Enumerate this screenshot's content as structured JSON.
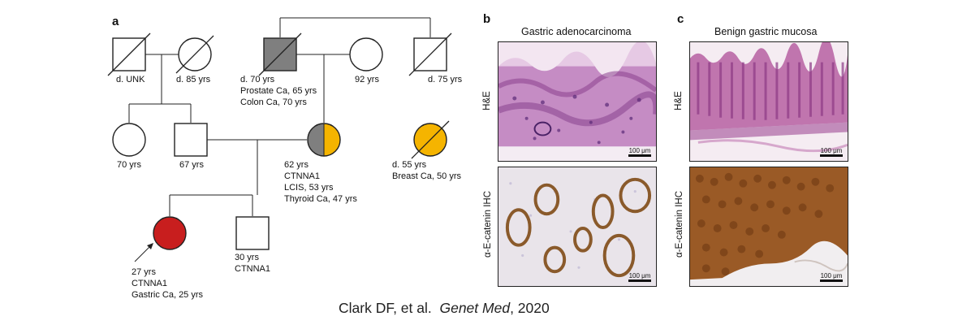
{
  "panels": {
    "a": {
      "letter": "a",
      "individuals": {
        "gp_left_male": {
          "label": [
            "d. UNK"
          ]
        },
        "gp_left_female": {
          "label": [
            "d. 85 yrs"
          ]
        },
        "gp_right_male": {
          "label": [
            "d. 70 yrs",
            "Prostate Ca, 65 yrs",
            "Colon Ca, 70 yrs"
          ]
        },
        "gp_right_female": {
          "label": [
            "92 yrs"
          ]
        },
        "gp_right_male2": {
          "label": [
            "d. 75 yrs"
          ]
        },
        "aunt": {
          "label": [
            "70 yrs"
          ]
        },
        "father": {
          "label": [
            "67 yrs"
          ]
        },
        "mother": {
          "label": [
            "62 yrs",
            "CTNNA1",
            "LCIS, 53 yrs",
            "Thyroid Ca, 47 yrs"
          ]
        },
        "maternal_aunt": {
          "label": [
            "d. 55 yrs",
            "Breast Ca, 50 yrs"
          ]
        },
        "proband": {
          "label": [
            "27 yrs",
            "CTNNA1",
            "Gastric Ca, 25 yrs"
          ]
        },
        "brother": {
          "label": [
            "30 yrs",
            "CTNNA1"
          ]
        }
      },
      "colors": {
        "proband": "#c81e1e",
        "yellow": "#f5b400",
        "gray": "#7f7f7f",
        "line": "#222222"
      }
    },
    "b": {
      "letter": "b",
      "title": "Gastric adenocarcinoma",
      "row_labels": {
        "top": "H&E",
        "bottom": "α-E-catenin IHC"
      },
      "scale_text": "100 μm"
    },
    "c": {
      "letter": "c",
      "title": "Benign gastric mucosa",
      "row_labels": {
        "top": "H&E",
        "bottom": "α-E-catenin IHC"
      },
      "scale_text": "100 μm"
    }
  },
  "citation": {
    "authors": "Clark DF, et al.",
    "journal": "Genet Med",
    "year": ", 2020"
  }
}
